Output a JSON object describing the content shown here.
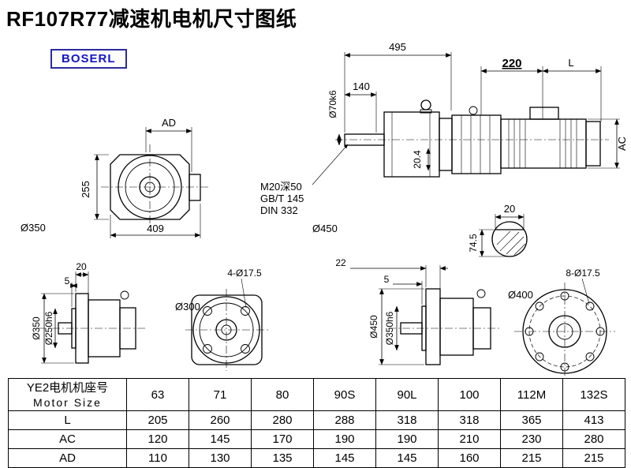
{
  "page": {
    "title": "RF107R77减速机电机尺寸图纸",
    "logo": "BOSERL"
  },
  "views": {
    "front": {
      "ad": "AD",
      "h255": "255",
      "w409": "409",
      "d350": "Ø350"
    },
    "side": {
      "w495": "495",
      "w140": "140",
      "d70": "Ø70k6",
      "w220": "220",
      "l": "L",
      "ac": "AC",
      "k204": "20.4",
      "note1": "M20深50",
      "note2": "GB/T 145",
      "note3": "DIN 332",
      "d450": "Ø450",
      "w20": "20",
      "h745": "74.5"
    },
    "flange_small_side": {
      "w20": "20",
      "w5": "5",
      "d350": "Ø350",
      "d250": "Ø250h6"
    },
    "flange_small_front": {
      "holes": "4-Ø17.5",
      "d300": "Ø300"
    },
    "flange_large_side": {
      "w22": "22",
      "w5": "5",
      "d450": "Ø450",
      "d350": "Ø350h6"
    },
    "flange_large_front": {
      "holes": "8-Ø17.5",
      "d400": "Ø400"
    }
  },
  "table": {
    "header_cn": "YE2电机机座号",
    "header_en": "Motor Size",
    "sizes": [
      "63",
      "71",
      "80",
      "90S",
      "90L",
      "100",
      "112M",
      "132S"
    ],
    "rows": [
      {
        "label": "L",
        "values": [
          "205",
          "260",
          "280",
          "288",
          "318",
          "318",
          "365",
          "413"
        ]
      },
      {
        "label": "AC",
        "values": [
          "120",
          "145",
          "170",
          "190",
          "190",
          "210",
          "230",
          "280"
        ]
      },
      {
        "label": "AD",
        "values": [
          "110",
          "130",
          "135",
          "145",
          "145",
          "160",
          "215",
          "215"
        ]
      }
    ]
  }
}
